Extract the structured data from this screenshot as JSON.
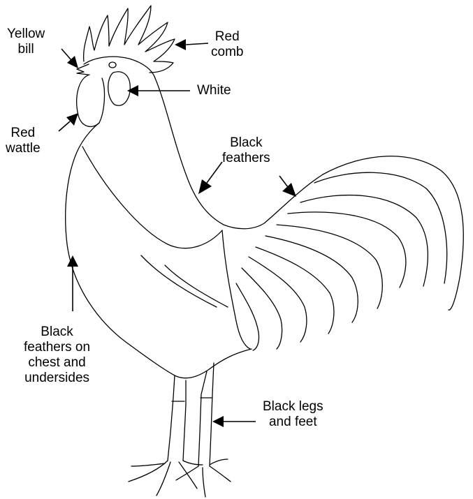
{
  "labels": {
    "bill": [
      "Yellow",
      "bill"
    ],
    "comb": [
      "Red",
      "comb"
    ],
    "earlobe": [
      "White"
    ],
    "wattle": [
      "Red",
      "wattle"
    ],
    "feathers": [
      "Black",
      "feathers"
    ],
    "chest": [
      "Black",
      "feathers on",
      "chest and",
      "undersides"
    ],
    "legs": [
      "Black legs",
      "and feet"
    ]
  }
}
